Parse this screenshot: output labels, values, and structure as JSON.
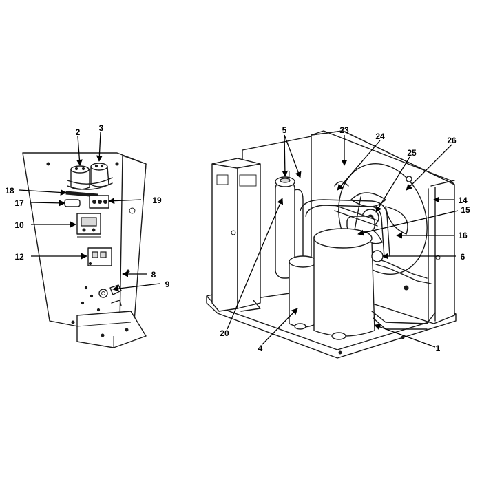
{
  "callouts": [
    {
      "label": "1"
    },
    {
      "label": "2"
    },
    {
      "label": "3"
    },
    {
      "label": "4"
    },
    {
      "label": "5"
    },
    {
      "label": "6"
    },
    {
      "label": "8"
    },
    {
      "label": "9"
    },
    {
      "label": "10"
    },
    {
      "label": "12"
    },
    {
      "label": "14"
    },
    {
      "label": "15"
    },
    {
      "label": "16"
    },
    {
      "label": "17"
    },
    {
      "label": "18"
    },
    {
      "label": "19"
    },
    {
      "label": "20"
    },
    {
      "label": "23"
    },
    {
      "label": "24"
    },
    {
      "label": "25"
    },
    {
      "label": "26"
    }
  ]
}
